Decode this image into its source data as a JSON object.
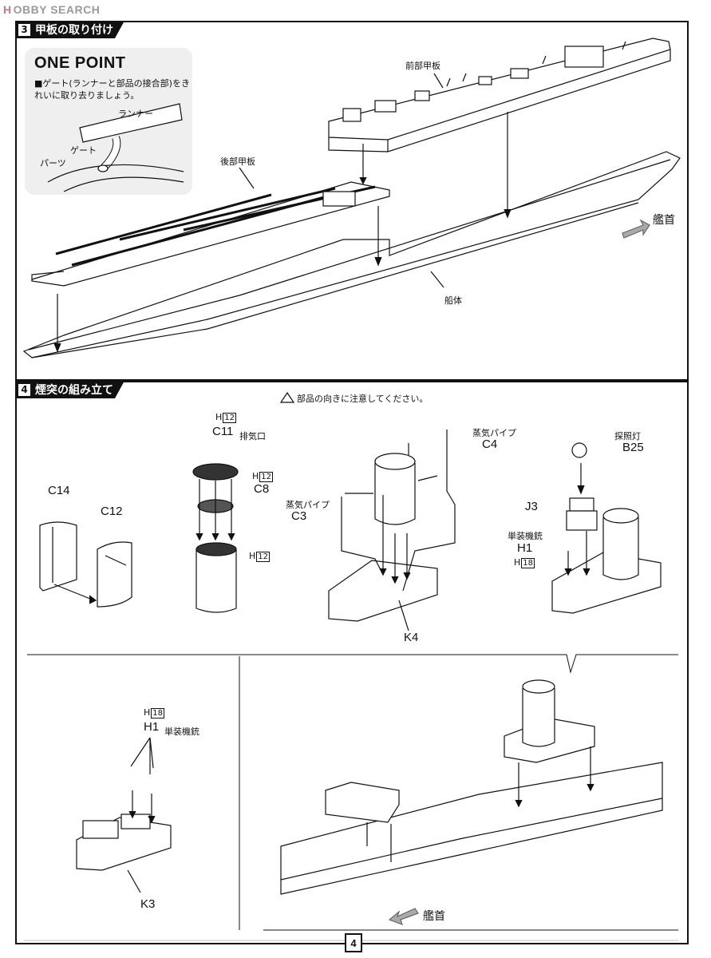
{
  "watermark": {
    "brand_h": "H",
    "brand_rest": "OBBY SEARCH"
  },
  "step3": {
    "number": "3",
    "title": "甲板の取り付け",
    "one_point": {
      "title": "ONE POINT",
      "text": "■ゲート(ランナーと部品の接合部)をきれいに取り去りましょう。",
      "runner": "ランナー",
      "gate": "ゲート",
      "parts": "パーツ"
    },
    "front_deck": "前部甲板",
    "rear_deck": "後部甲板",
    "hull": "船体",
    "bow": "艦首"
  },
  "step4": {
    "number": "4",
    "title": "煙突の組み立て",
    "caution": "部品の向きに注意してください。",
    "parts": {
      "c14": "C14",
      "c12": "C12",
      "c11": "C11",
      "c11_desc": "排気口",
      "c11_h": "12",
      "c8": "C8",
      "c8_h": "12",
      "bottom_h": "12",
      "h_prefix": "H",
      "steam_pipe_c3": "蒸気パイプ",
      "c3": "C3",
      "steam_pipe_c4": "蒸気パイプ",
      "c4": "C4",
      "k4": "K4",
      "searchlight": "探照灯",
      "b25": "B25",
      "j3": "J3",
      "single_mg": "単装機銃",
      "h1": "H1",
      "h1_h": "18",
      "k3": "K3",
      "h1b": "H1",
      "h1b_desc": "単装機銃",
      "h1b_h": "18",
      "bow": "艦首"
    }
  },
  "page_number": "4"
}
